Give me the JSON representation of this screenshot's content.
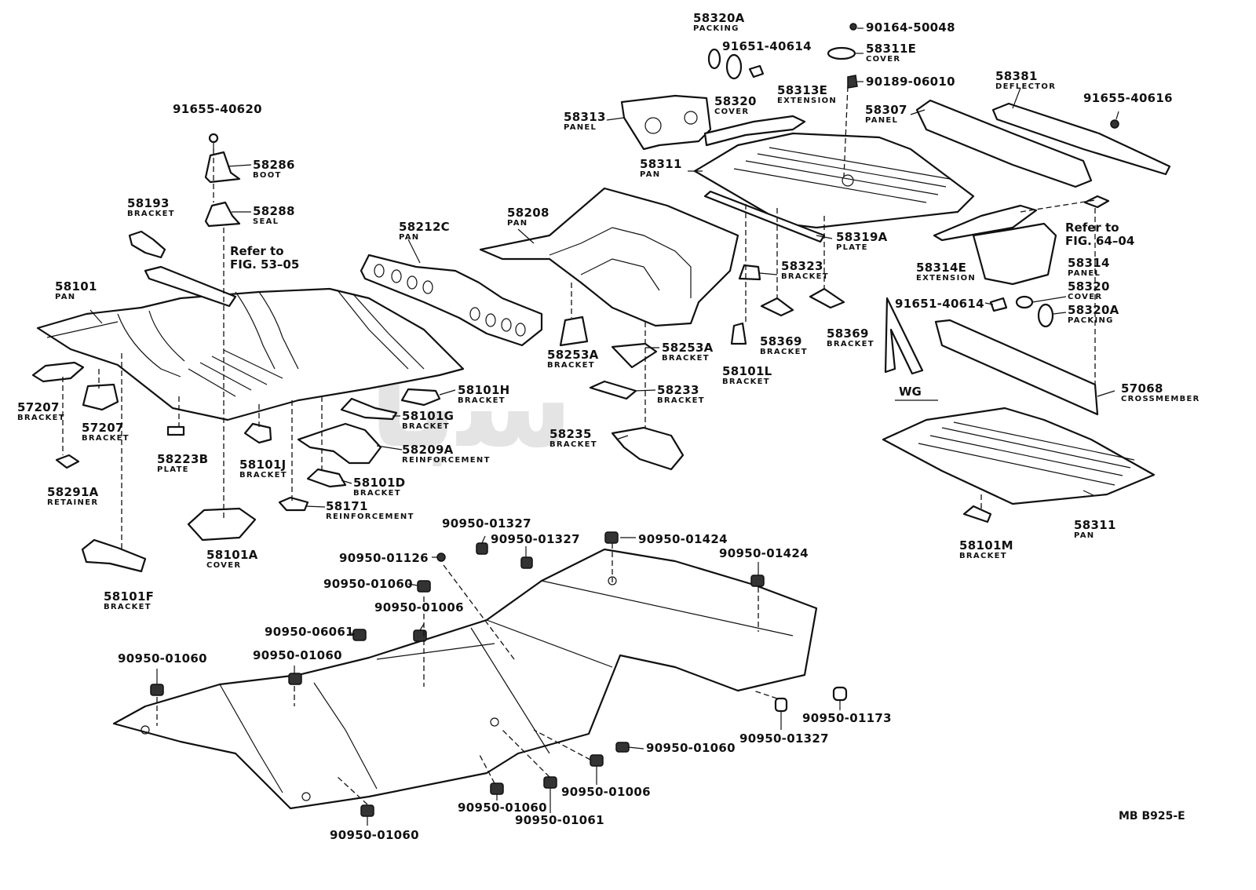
{
  "diagram": {
    "figure_code": "MB B925-E",
    "watermark": "ﺳﺑﺎ",
    "direction_marker": "WG",
    "references": [
      {
        "id": "ref-53-05",
        "text_line1": "Refer to",
        "text_line2": "FIG. 53–05"
      },
      {
        "id": "ref-64-04",
        "text_line1": "Refer to",
        "text_line2": "FIG. 64–04"
      }
    ],
    "callouts": [
      {
        "num": "91655-40620",
        "name": ""
      },
      {
        "num": "58286",
        "name": "BOOT"
      },
      {
        "num": "58288",
        "name": "SEAL"
      },
      {
        "num": "58193",
        "name": "BRACKET"
      },
      {
        "num": "58101",
        "name": "PAN"
      },
      {
        "num": "57207",
        "name": "BRACKET"
      },
      {
        "num": "57207",
        "name": "BRACKET"
      },
      {
        "num": "58223B",
        "name": "PLATE"
      },
      {
        "num": "58291A",
        "name": "RETAINER"
      },
      {
        "num": "58101A",
        "name": "COVER"
      },
      {
        "num": "58101F",
        "name": "BRACKET"
      },
      {
        "num": "58212C",
        "name": "PAN"
      },
      {
        "num": "58208",
        "name": "PAN"
      },
      {
        "num": "58101H",
        "name": "BRACKET"
      },
      {
        "num": "58101G",
        "name": "BRACKET"
      },
      {
        "num": "58209A",
        "name": "REINFORCEMENT"
      },
      {
        "num": "58101J",
        "name": "BRACKET"
      },
      {
        "num": "58101D",
        "name": "BRACKET"
      },
      {
        "num": "58171",
        "name": "REINFORCEMENT"
      },
      {
        "num": "58253A",
        "name": "BRACKET"
      },
      {
        "num": "58253A",
        "name": "BRACKET"
      },
      {
        "num": "58233",
        "name": "BRACKET"
      },
      {
        "num": "58235",
        "name": "BRACKET"
      },
      {
        "num": "58320A",
        "name": "PACKING"
      },
      {
        "num": "91651-40614",
        "name": ""
      },
      {
        "num": "58320",
        "name": "COVER"
      },
      {
        "num": "58313",
        "name": "PANEL"
      },
      {
        "num": "58313E",
        "name": "EXTENSION"
      },
      {
        "num": "90164-50048",
        "name": ""
      },
      {
        "num": "58311E",
        "name": "COVER"
      },
      {
        "num": "90189-06010",
        "name": ""
      },
      {
        "num": "58311",
        "name": "PAN"
      },
      {
        "num": "58319A",
        "name": "PLATE"
      },
      {
        "num": "58323",
        "name": "BRACKET"
      },
      {
        "num": "58369",
        "name": "BRACKET"
      },
      {
        "num": "58369",
        "name": "BRACKET"
      },
      {
        "num": "58101L",
        "name": "BRACKET"
      },
      {
        "num": "58381",
        "name": "DEFLECTOR"
      },
      {
        "num": "58307",
        "name": "PANEL"
      },
      {
        "num": "91655-40616",
        "name": ""
      },
      {
        "num": "58314E",
        "name": "EXTENSION"
      },
      {
        "num": "58314",
        "name": "PANEL"
      },
      {
        "num": "91651-40614",
        "name": ""
      },
      {
        "num": "58320",
        "name": "COVER"
      },
      {
        "num": "58320A",
        "name": "PACKING"
      },
      {
        "num": "57068",
        "name": "CROSSMEMBER"
      },
      {
        "num": "58311",
        "name": "PAN"
      },
      {
        "num": "58101M",
        "name": "BRACKET"
      },
      {
        "num": "90950-01327",
        "name": ""
      },
      {
        "num": "90950-01327",
        "name": ""
      },
      {
        "num": "90950-01424",
        "name": ""
      },
      {
        "num": "90950-01126",
        "name": ""
      },
      {
        "num": "90950-01424",
        "name": ""
      },
      {
        "num": "90950-01060",
        "name": ""
      },
      {
        "num": "90950-01006",
        "name": ""
      },
      {
        "num": "90950-06061",
        "name": ""
      },
      {
        "num": "90950-01060",
        "name": ""
      },
      {
        "num": "90950-01060",
        "name": ""
      },
      {
        "num": "90950-01060",
        "name": ""
      },
      {
        "num": "90950-01060",
        "name": ""
      },
      {
        "num": "90950-01006",
        "name": ""
      },
      {
        "num": "90950-01061",
        "name": ""
      },
      {
        "num": "90950-01060",
        "name": ""
      },
      {
        "num": "90950-01327",
        "name": ""
      },
      {
        "num": "90950-01173",
        "name": ""
      }
    ]
  }
}
